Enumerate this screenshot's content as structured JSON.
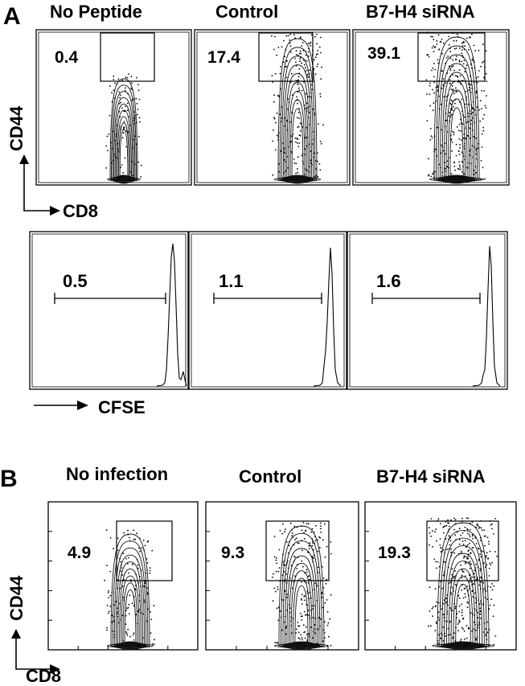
{
  "panel_a": {
    "letter": "A",
    "plots": [
      {
        "title": "No Peptide",
        "gate_value": "0.4"
      },
      {
        "title": "Control",
        "gate_value": "17.4"
      },
      {
        "title": "B7-H4 siRNA",
        "gate_value": "39.1"
      }
    ],
    "y_axis_label": "CD44",
    "x_axis_label": "CD8",
    "histograms": [
      {
        "gate_value": "0.5"
      },
      {
        "gate_value": "1.1"
      },
      {
        "gate_value": "1.6"
      }
    ],
    "histogram_axis_label": "CFSE"
  },
  "panel_b": {
    "letter": "B",
    "plots": [
      {
        "title": "No infection",
        "gate_value": "4.9"
      },
      {
        "title": "Control",
        "gate_value": "9.3"
      },
      {
        "title": "B7-H4 siRNA",
        "gate_value": "19.3"
      }
    ],
    "y_axis_label": "CD44",
    "x_axis_label": "CD8"
  }
}
